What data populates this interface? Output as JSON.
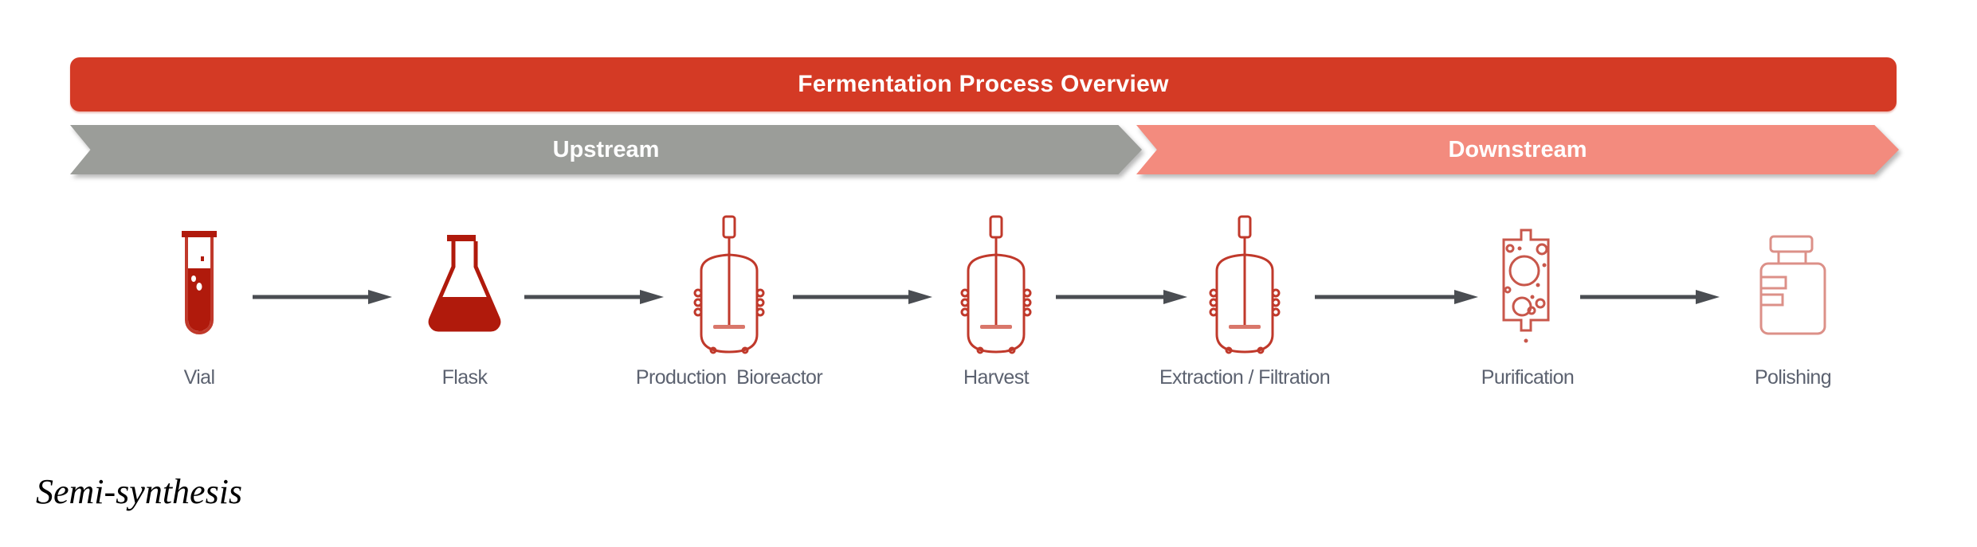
{
  "title": "Fermentation Process Overview",
  "phases": [
    {
      "label": "Upstream",
      "color": "#9b9d99"
    },
    {
      "label": "Downstream",
      "color": "#f38b7e"
    }
  ],
  "steps": [
    {
      "label": "Vial",
      "icon": "test-tube-icon"
    },
    {
      "label": "Flask",
      "icon": "erlenmeyer-flask-icon"
    },
    {
      "label": "Production  Bioreactor",
      "icon": "bioreactor-icon"
    },
    {
      "label": "Harvest",
      "icon": "bioreactor-icon"
    },
    {
      "label": "Extraction / Filtration",
      "icon": "bioreactor-icon"
    },
    {
      "label": "Purification",
      "icon": "chromatography-column-icon"
    },
    {
      "label": "Polishing",
      "icon": "bottle-icon"
    }
  ],
  "colors": {
    "banner": "#d43a25",
    "icon_dark": "#b01a0c",
    "icon_line": "#c0392b",
    "icon_light": "#d9776b",
    "arrow": "#4a4d52",
    "label": "#5c6270"
  },
  "caption": "Semi-synthesis"
}
